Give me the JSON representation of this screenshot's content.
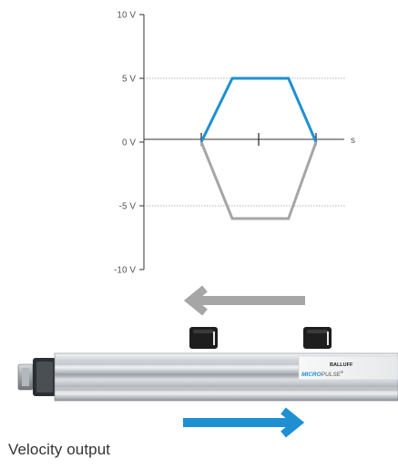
{
  "chart_data": {
    "type": "line",
    "ytick_labels": [
      "10 V",
      "5 V",
      "0 V",
      "-5 V",
      "-10 V"
    ],
    "yticks": [
      10,
      5,
      0,
      -5,
      -10
    ],
    "ylim": [
      -10,
      10
    ],
    "xlabel": "s",
    "grid_dashed_at": [
      5,
      -5
    ],
    "x_ticks": [
      0,
      0.5,
      1
    ],
    "series": [
      {
        "color": "#1e90d2",
        "x": [
          0,
          0.27,
          0.76,
          1
        ],
        "y": [
          0,
          5,
          5,
          0
        ]
      },
      {
        "color": "#a6a6a6",
        "x": [
          0,
          0.27,
          0.76,
          1
        ],
        "y": [
          0,
          -6,
          -6,
          0
        ]
      }
    ]
  },
  "device": {
    "brand_top": "BALLUFF",
    "brand_main_a": "MICRO",
    "brand_main_b": "PULSE",
    "brand_reg": "®",
    "arrow_top_color": "#a6a6a6",
    "arrow_bottom_color": "#1e90d2"
  },
  "caption": "Velocity output"
}
